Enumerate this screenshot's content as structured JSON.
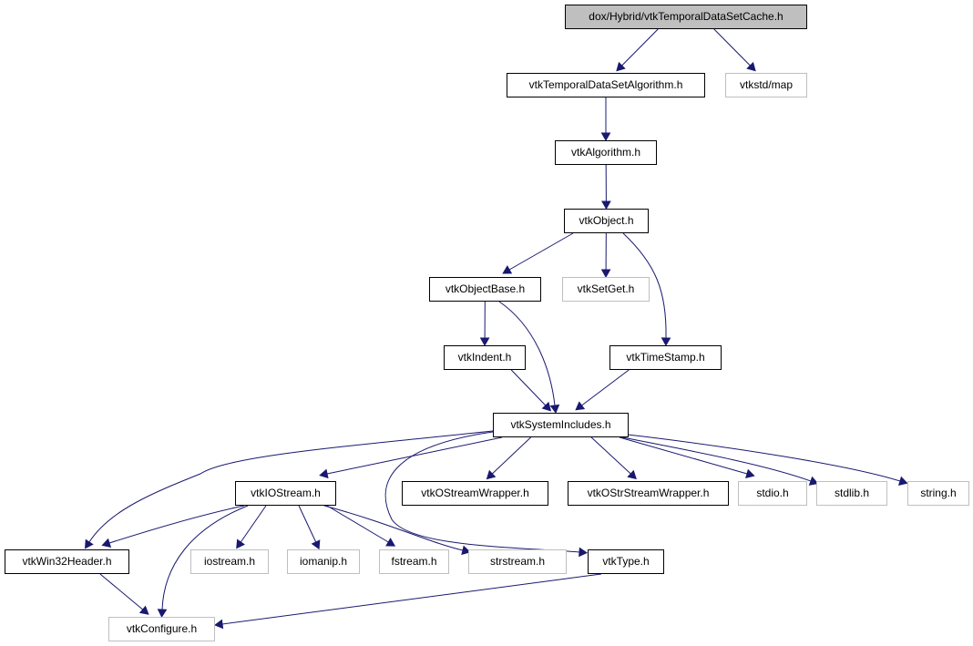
{
  "colors": {
    "edge": "#191970",
    "root_fill": "#bfbfbf",
    "external_border": "#bfbfbf"
  },
  "nodes": {
    "root": "dox/Hybrid/vtkTemporalDataSetCache.h",
    "tdsa": "vtkTemporalDataSetAlgorithm.h",
    "map": "vtkstd/map",
    "alg": "vtkAlgorithm.h",
    "obj": "vtkObject.h",
    "objbase": "vtkObjectBase.h",
    "setget": "vtkSetGet.h",
    "indent": "vtkIndent.h",
    "timestamp": "vtkTimeStamp.h",
    "sysinc": "vtkSystemIncludes.h",
    "iostreamh": "vtkIOStream.h",
    "osw": "vtkOStreamWrapper.h",
    "ossw": "vtkOStrStreamWrapper.h",
    "stdio": "stdio.h",
    "stdlib": "stdlib.h",
    "string": "string.h",
    "win32": "vtkWin32Header.h",
    "iostream": "iostream.h",
    "iomanip": "iomanip.h",
    "fstream": "fstream.h",
    "strstream": "strstream.h",
    "type": "vtkType.h",
    "configure": "vtkConfigure.h"
  },
  "edges": [
    [
      "root",
      "tdsa"
    ],
    [
      "root",
      "map"
    ],
    [
      "tdsa",
      "alg"
    ],
    [
      "alg",
      "obj"
    ],
    [
      "obj",
      "objbase"
    ],
    [
      "obj",
      "setget"
    ],
    [
      "obj",
      "timestamp"
    ],
    [
      "objbase",
      "indent"
    ],
    [
      "objbase",
      "sysinc"
    ],
    [
      "indent",
      "sysinc"
    ],
    [
      "timestamp",
      "sysinc"
    ],
    [
      "sysinc",
      "iostreamh"
    ],
    [
      "sysinc",
      "osw"
    ],
    [
      "sysinc",
      "ossw"
    ],
    [
      "sysinc",
      "stdio"
    ],
    [
      "sysinc",
      "stdlib"
    ],
    [
      "sysinc",
      "string"
    ],
    [
      "sysinc",
      "win32"
    ],
    [
      "sysinc",
      "type"
    ],
    [
      "iostreamh",
      "win32"
    ],
    [
      "iostreamh",
      "configure"
    ],
    [
      "iostreamh",
      "iostream"
    ],
    [
      "iostreamh",
      "iomanip"
    ],
    [
      "iostreamh",
      "fstream"
    ],
    [
      "iostreamh",
      "strstream"
    ],
    [
      "win32",
      "configure"
    ],
    [
      "type",
      "configure"
    ]
  ]
}
